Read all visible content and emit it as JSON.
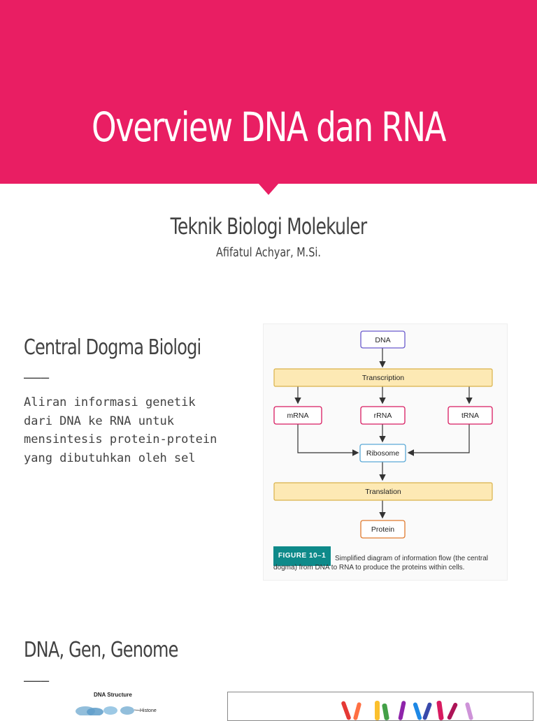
{
  "header": {
    "title": "Overview DNA dan RNA",
    "accent_color": "#e91e63"
  },
  "cover": {
    "subtitle": "Teknik Biologi Molekuler",
    "author": "Afifatul Achyar, M.Si."
  },
  "section1": {
    "title": "Central Dogma Biologi",
    "divider": "———",
    "body": "Aliran informasi genetik\ndari DNA ke RNA untuk\nmensintesis protein-protein\nyang dibutuhkan oleh sel"
  },
  "figure1": {
    "nodes": {
      "dna": "DNA",
      "transcription": "Transcription",
      "mrna": "mRNA",
      "rrna": "rRNA",
      "trna": "tRNA",
      "ribosome": "Ribosome",
      "translation": "Translation",
      "protein": "Protein"
    },
    "badge": "FIGURE 10–1",
    "caption": "Simplified diagram of information flow (the central dogma) from DNA to RNA to produce the proteins within cells."
  },
  "section2": {
    "title": "DNA, Gen, Genome",
    "divider": "———"
  },
  "figure2": {
    "label": "DNA Structure",
    "sublabel": "Histone"
  }
}
